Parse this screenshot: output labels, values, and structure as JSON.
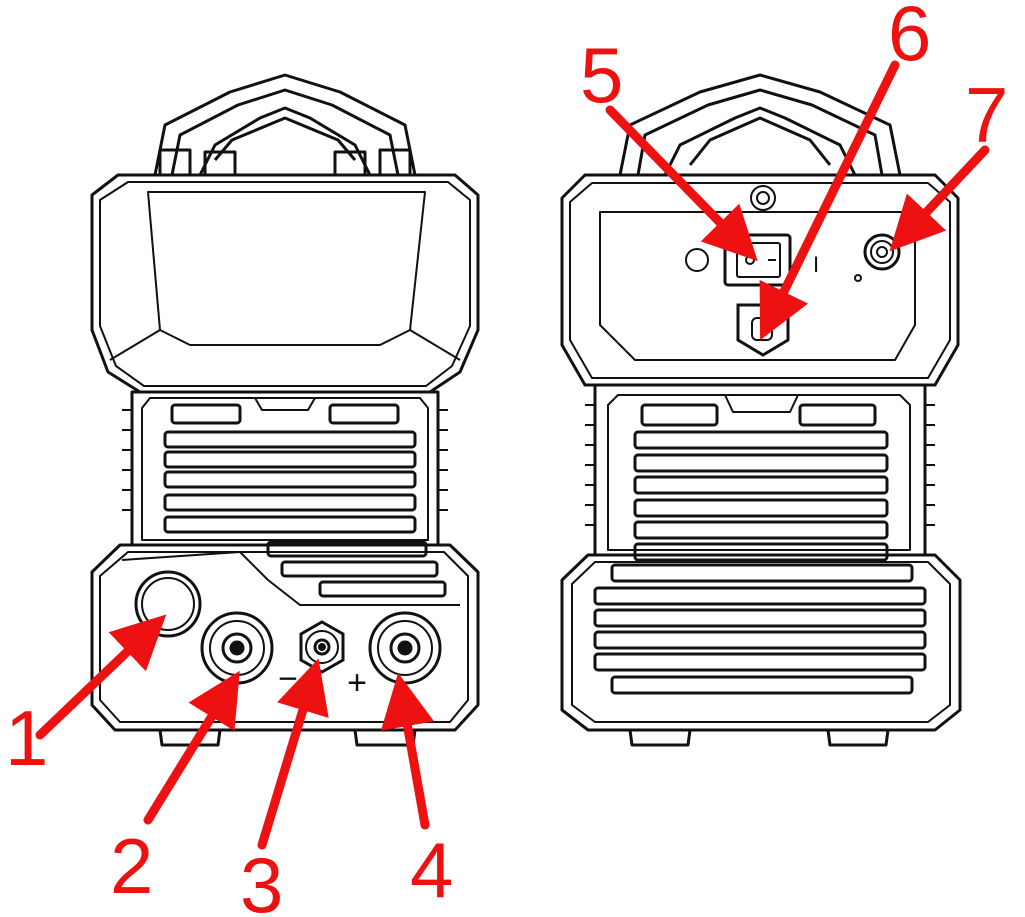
{
  "colors": {
    "outline": "#111111",
    "accent": "#ee1111",
    "background": "#ffffff"
  },
  "front_panel": {
    "minus_symbol": "−",
    "plus_symbol": "+"
  },
  "back_panel": {
    "switch_on_symbol": "I",
    "switch_off_symbol": "−"
  },
  "callouts": [
    {
      "label": "1",
      "target": "round-socket"
    },
    {
      "label": "2",
      "target": "left-dinse-socket"
    },
    {
      "label": "3",
      "target": "center-minus-socket"
    },
    {
      "label": "4",
      "target": "right-plus-socket"
    },
    {
      "label": "5",
      "target": "power-switch"
    },
    {
      "label": "6",
      "target": "cable-entry"
    },
    {
      "label": "7",
      "target": "gas-connector"
    }
  ]
}
